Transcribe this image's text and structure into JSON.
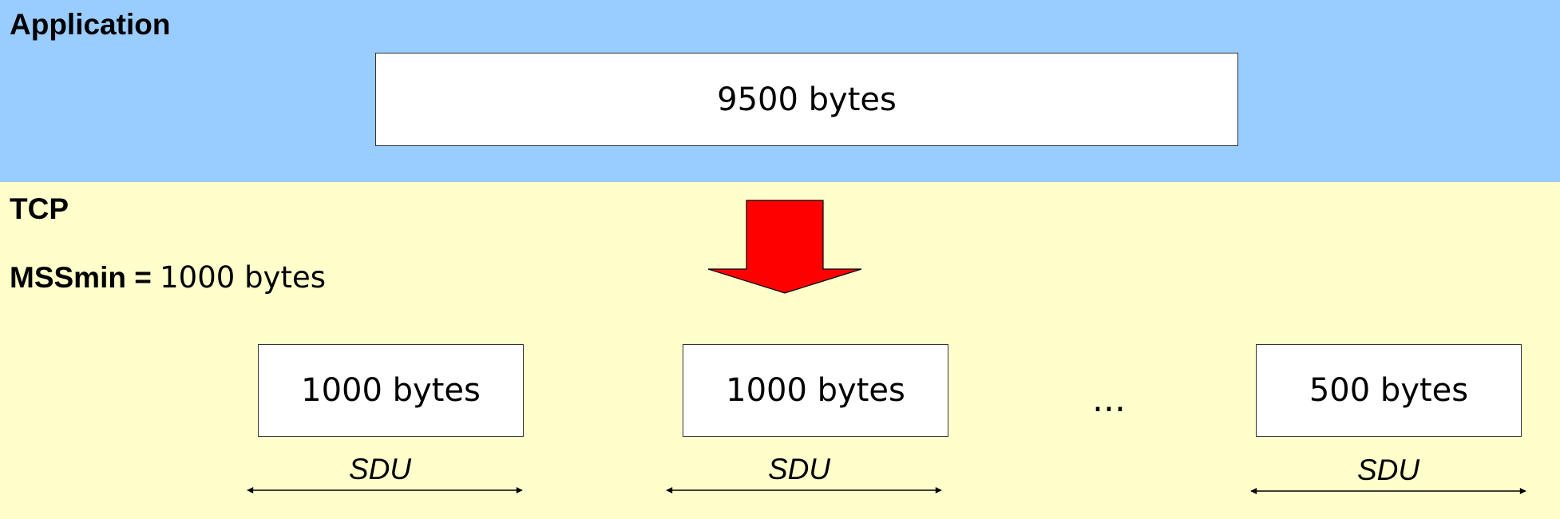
{
  "colors": {
    "application_band": "#99CCFF",
    "tcp_band": "#FFFFCC",
    "arrow_fill": "#FF0000",
    "box_fill": "#FFFFFF"
  },
  "application": {
    "title": "Application",
    "message": "9500 bytes"
  },
  "tcp": {
    "title": "TCP",
    "mss_label": "MSSmin =",
    "mss_value": "1000 bytes",
    "ellipsis": "...",
    "segments": [
      {
        "size": "1000 bytes",
        "span_label": "SDU"
      },
      {
        "size": "1000 bytes",
        "span_label": "SDU"
      },
      {
        "size": "500 bytes",
        "span_label": "SDU"
      }
    ]
  },
  "icons": [
    "down-arrow-icon",
    "double-headed-arrow-icon"
  ]
}
